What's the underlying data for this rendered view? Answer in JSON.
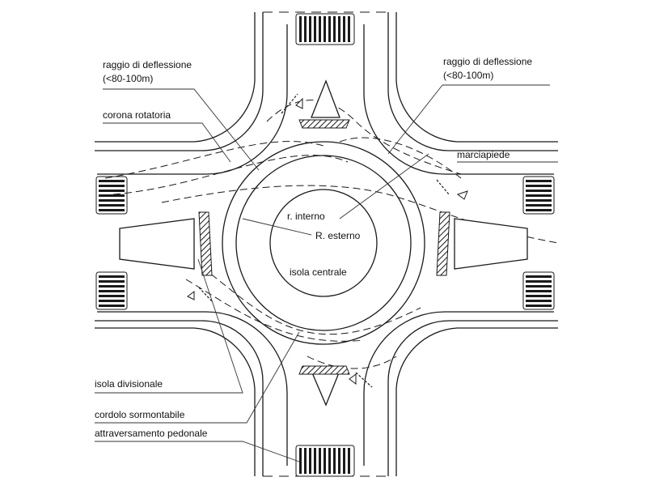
{
  "diagram": {
    "labels": {
      "raggio_left_1": "raggio di deflessione",
      "raggio_left_2": "(<80-100m)",
      "raggio_right_1": "raggio di deflessione",
      "raggio_right_2": "(<80-100m)",
      "corona": "corona rotatoria",
      "marciapiede": "marciapiede",
      "r_interno": "r. interno",
      "r_esterno": "R. esterno",
      "isola_centrale": "isola centrale",
      "isola_divisionale": "isola divisionale",
      "cordolo": "cordolo sormontabile",
      "attraversamento": "attraversamento pedonale"
    },
    "colors": {
      "line": "#1a1a1a",
      "leader": "#333333",
      "background": "#ffffff"
    }
  }
}
